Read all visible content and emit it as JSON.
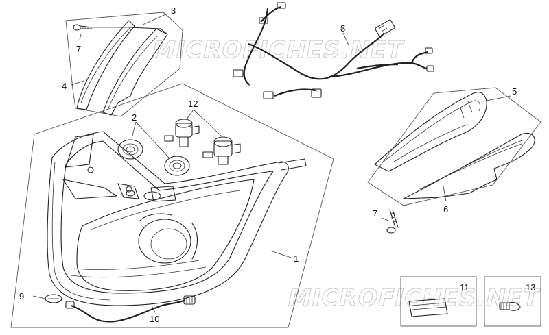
{
  "watermark": "MICROFICHES.NET",
  "callouts": [
    {
      "id": "c1",
      "label": "1"
    },
    {
      "id": "c2",
      "label": "2"
    },
    {
      "id": "c3",
      "label": "3"
    },
    {
      "id": "c4",
      "label": "4"
    },
    {
      "id": "c5",
      "label": "5"
    },
    {
      "id": "c6",
      "label": "6"
    },
    {
      "id": "c7a",
      "label": "7"
    },
    {
      "id": "c7b",
      "label": "7"
    },
    {
      "id": "c8",
      "label": "8"
    },
    {
      "id": "c9",
      "label": "9"
    },
    {
      "id": "c10",
      "label": "10"
    },
    {
      "id": "c11",
      "label": "11"
    },
    {
      "id": "c12",
      "label": "12"
    },
    {
      "id": "c13",
      "label": "13"
    }
  ]
}
